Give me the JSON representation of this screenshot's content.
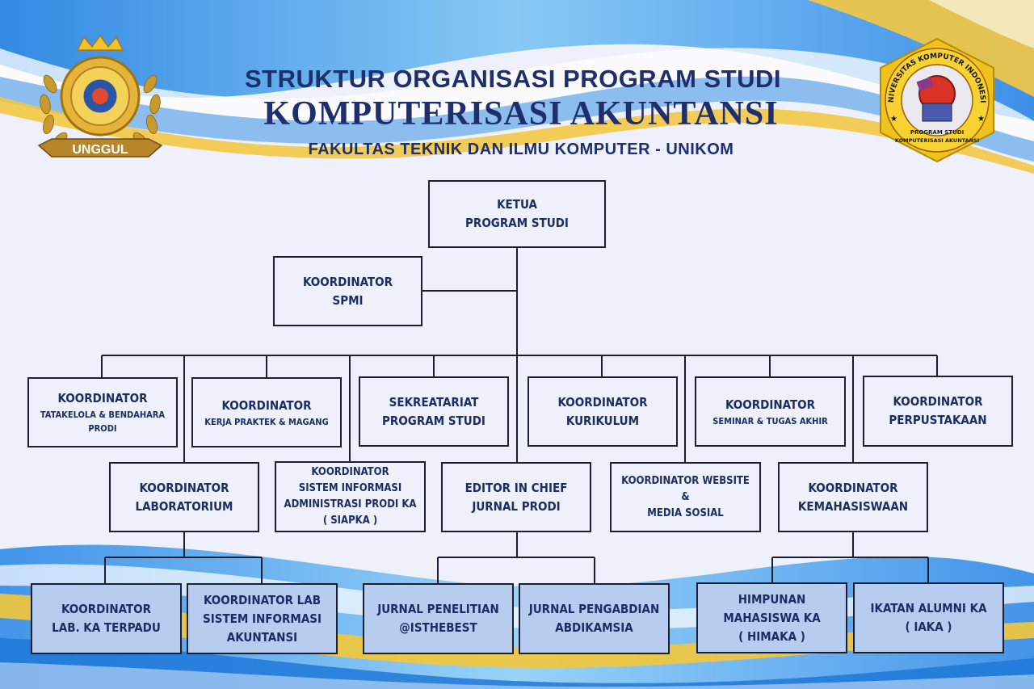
{
  "header": {
    "line1": "STRUKTUR ORGANISASI PROGRAM STUDI",
    "line2": "KOMPUTERISASI AKUNTANSI",
    "line3": "FAKULTAS TEKNIK DAN ILMU KOMPUTER - UNIKOM"
  },
  "logos": {
    "left_badge": "UNGGUL",
    "right_ring": "UNIVERSITAS KOMPUTER INDONESIA",
    "right_inner_1": "PROGRAM STUDI",
    "right_inner_2": "KOMPUTERISASI AKUNTANSI"
  },
  "colors": {
    "title": "#1f2f6e",
    "box_text": "#1c2d63",
    "line": "#1b1f33",
    "wave_blue": "#3a8fe0",
    "wave_gold": "#f3c63a"
  },
  "org": {
    "ketua": [
      "KETUA",
      "PROGRAM STUDI"
    ],
    "spmi": [
      "KOORDINATOR",
      "SPMI"
    ],
    "tatakelola": [
      "KOORDINATOR",
      "TATAKELOLA & BENDAHARA",
      "PRODI"
    ],
    "kp": [
      "KOORDINATOR",
      "KERJA PRAKTEK & MAGANG"
    ],
    "sekretariat": [
      "SEKREATARIAT",
      "PROGRAM STUDI"
    ],
    "kurikulum": [
      "KOORDINATOR",
      "KURIKULUM"
    ],
    "seminar": [
      "KOORDINATOR",
      "SEMINAR & TUGAS AKHIR"
    ],
    "perpustakaan": [
      "KOORDINATOR",
      "PERPUSTAKAAN"
    ],
    "laboratorium": [
      "KOORDINATOR",
      "LABORATORIUM"
    ],
    "siapka": [
      "KOORDINATOR",
      "SISTEM INFORMASI",
      "ADMINISTRASI PRODI KA",
      "( SIAPKA )"
    ],
    "editor": [
      "EDITOR IN CHIEF",
      "JURNAL PRODI"
    ],
    "website": [
      "KOORDINATOR WEBSITE",
      "&",
      "MEDIA SOSIAL"
    ],
    "kemahasiswaan": [
      "KOORDINATOR",
      "KEMAHASISWAAN"
    ],
    "lab_terpadu": [
      "KOORDINATOR",
      "LAB. KA TERPADU"
    ],
    "lab_si": [
      "KOORDINATOR LAB",
      "SISTEM INFORMASI",
      "AKUNTANSI"
    ],
    "jurnal_penelitian": [
      "JURNAL PENELITIAN",
      "@ISTHEBEST"
    ],
    "jurnal_pengabdian": [
      "JURNAL PENGABDIAN",
      "ABDIKAMSIA"
    ],
    "himaka": [
      "HIMPUNAN",
      "MAHASISWA KA",
      "( HIMAKA )"
    ],
    "iaka": [
      "IKATAN ALUMNI KA",
      "( IAKA )"
    ]
  }
}
